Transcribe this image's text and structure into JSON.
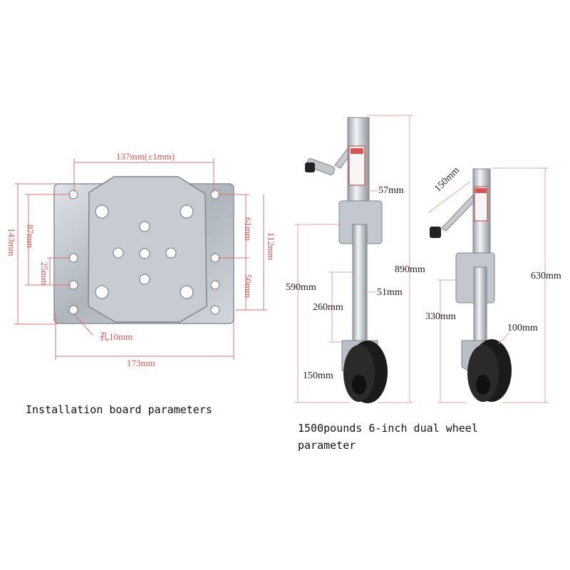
{
  "colors": {
    "dimension_line": "#e07070",
    "dimension_text": "#d9534f",
    "dark_text": "#222222",
    "metal": "#b9bfc6"
  },
  "plate": {
    "dims": {
      "top_width": "137mm(±1mm)",
      "bottom_width": "173mm",
      "height_outer": "143mm",
      "height_inner": "87mm",
      "hole_gap": "25mm",
      "right_inner": "61mm",
      "right_outer": "112mm",
      "right_lower": "50mm",
      "hole": "孔10mm"
    },
    "caption": "Installation board parameters"
  },
  "jack": {
    "dims": {
      "tube_left": "57mm",
      "total_left": "890mm",
      "mount_left": "590mm",
      "tube_lower": "51mm",
      "span_left": "260mm",
      "wheel_left": "150mm",
      "handle_right": "150mm",
      "total_right": "630mm",
      "mount_right": "330mm",
      "wheel_right": "100mm"
    },
    "caption_line1": "1500pounds 6-inch dual wheel",
    "caption_line2": "parameter"
  }
}
